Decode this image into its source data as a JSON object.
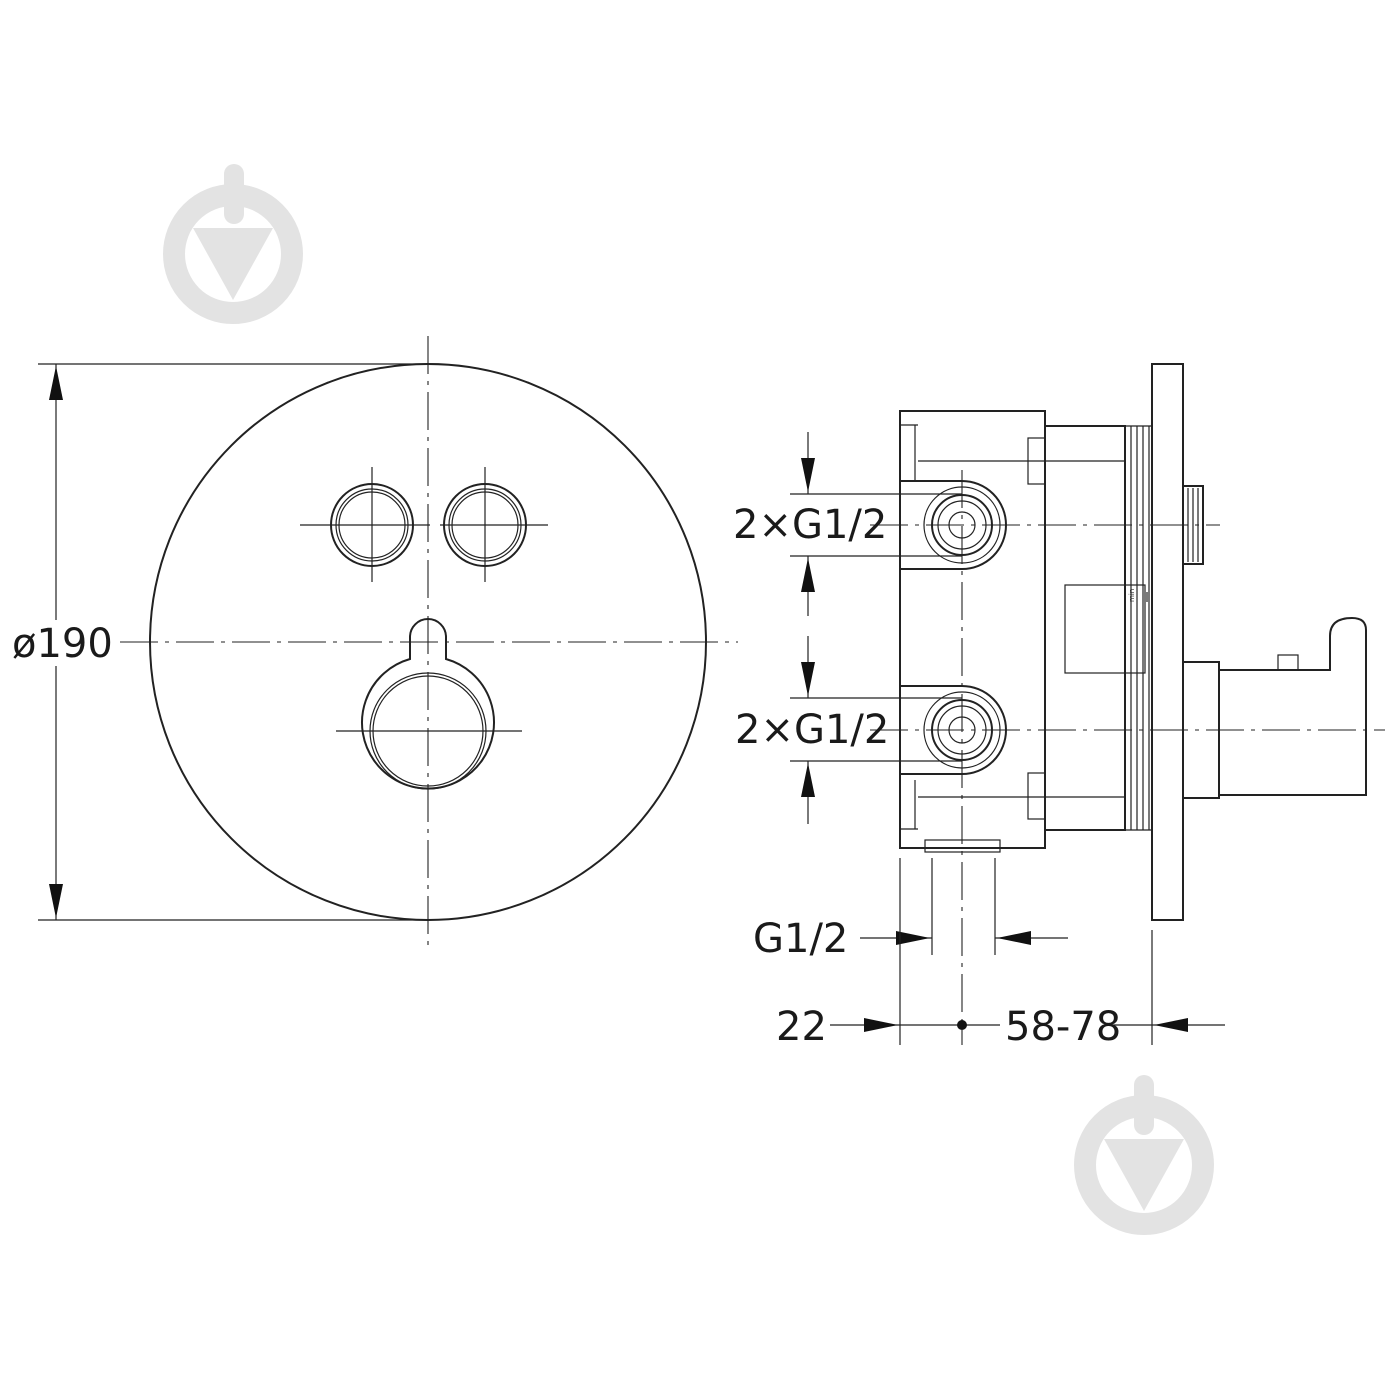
{
  "dimensions": {
    "diameter": "ø190",
    "outlets_upper": "2×G1/2",
    "outlets_lower": "2×G1/2",
    "inlet": "G1/2",
    "depth_front": "22",
    "depth_range": "58-78",
    "min_mark": "min"
  },
  "watermark": {
    "icon": "drop-logo-icon",
    "color": "#e3e3e3"
  }
}
